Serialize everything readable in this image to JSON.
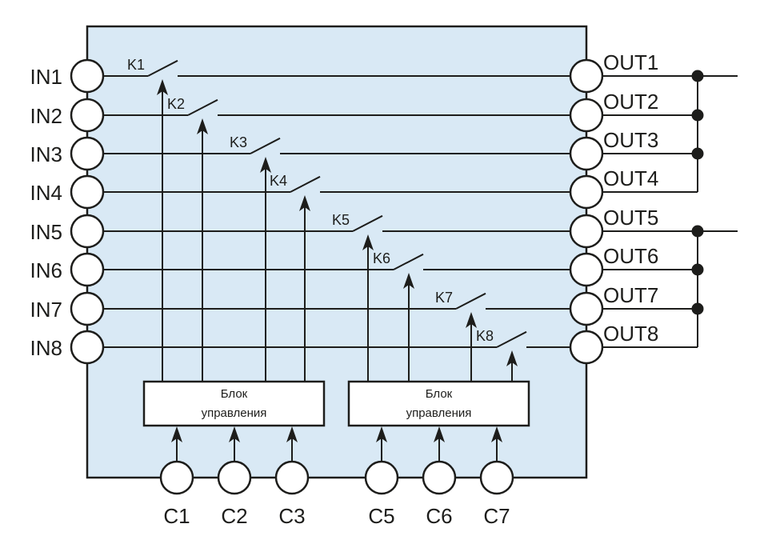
{
  "colors": {
    "body_fill": "#d9e9f5",
    "stroke": "#1d1d1b",
    "node_fill": "#ffffff"
  },
  "inputs": [
    "IN1",
    "IN2",
    "IN3",
    "IN4",
    "IN5",
    "IN6",
    "IN7",
    "IN8"
  ],
  "outputs": [
    "OUT1",
    "OUT2",
    "OUT3",
    "OUT4",
    "OUT5",
    "OUT6",
    "OUT7",
    "OUT8"
  ],
  "switches": [
    "K1",
    "K2",
    "K3",
    "K4",
    "K5",
    "K6",
    "K7",
    "K8"
  ],
  "control_inputs": [
    "C1",
    "C2",
    "C3",
    "C5",
    "C6",
    "C7"
  ],
  "control_blocks": [
    {
      "line1": "Блок",
      "line2": "управления",
      "controls": [
        "K1",
        "K2",
        "K3",
        "K4"
      ],
      "inputs": [
        "C1",
        "C2",
        "C3"
      ]
    },
    {
      "line1": "Блок",
      "line2": "управления",
      "controls": [
        "K5",
        "K6",
        "K7",
        "K8"
      ],
      "inputs": [
        "C5",
        "C6",
        "C7"
      ]
    }
  ],
  "output_buses": [
    {
      "outputs": [
        "OUT1",
        "OUT2",
        "OUT3",
        "OUT4"
      ],
      "junctions": [
        "OUT1",
        "OUT2",
        "OUT3"
      ]
    },
    {
      "outputs": [
        "OUT5",
        "OUT6",
        "OUT7",
        "OUT8"
      ],
      "junctions": [
        "OUT5",
        "OUT6",
        "OUT7"
      ]
    }
  ]
}
